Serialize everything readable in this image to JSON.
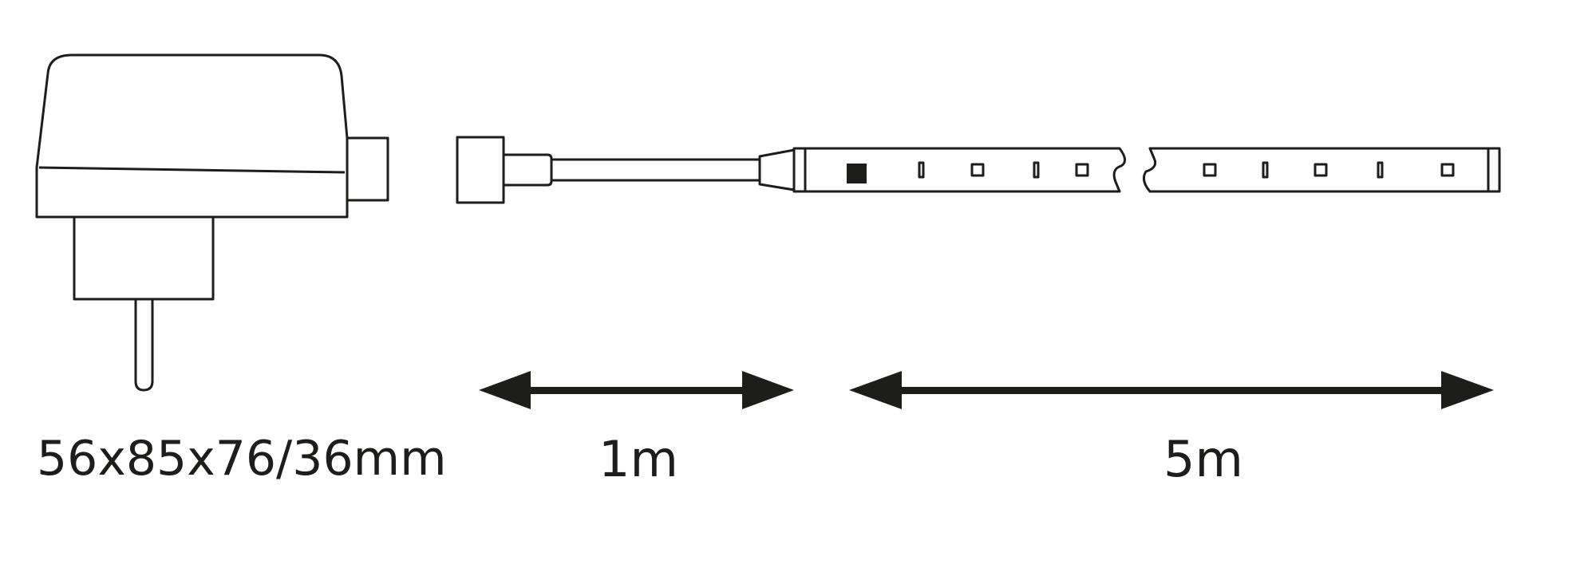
{
  "diagram": {
    "components": [
      {
        "id": "power-adapter",
        "label": "56x85x76/36mm"
      },
      {
        "id": "connector-cable",
        "label": "1m"
      },
      {
        "id": "led-strip",
        "label": "5m"
      }
    ],
    "colors": {
      "line": "#1d1d1b",
      "background": "#ffffff"
    }
  },
  "labels": {
    "adapter_dimensions": "56x85x76/36mm",
    "cable_length": "1m",
    "strip_length": "5m"
  }
}
